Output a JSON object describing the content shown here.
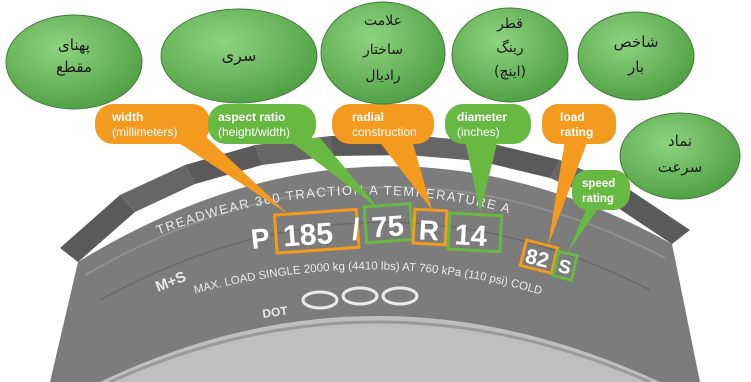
{
  "persian_labels": {
    "width": "پهنای مقطع",
    "series": "سری",
    "radial": "علامت ساختار رادیال",
    "diameter": "قطر رینگ (اینچ)",
    "load": "شاخص بار",
    "speed": "نماد سرعت"
  },
  "callouts": {
    "width": {
      "title": "width",
      "sub": "(millimeters)"
    },
    "aspect": {
      "title": "aspect ratio",
      "sub": "(height/width)"
    },
    "radial": {
      "title": "radial",
      "sub": "construction"
    },
    "diameter": {
      "title": "diameter",
      "sub": "(inches)"
    },
    "load": {
      "title1": "load",
      "title2": "rating"
    },
    "speed": {
      "title1": "speed",
      "title2": "rating"
    }
  },
  "tire": {
    "top_line": "TREADWEAR 360   TRACTION A   TEMPERATURE A",
    "prefix": "P",
    "width_code": "185",
    "slash": "/",
    "aspect_code": "75",
    "radial_code": "R",
    "diameter_code": "14",
    "load_code": "82",
    "speed_code": "S",
    "ms": "M+S",
    "max_load": "MAX. LOAD SINGLE 2000 kg (4410 lbs) AT 760 kPa (110 psi) COLD",
    "dot": "DOT"
  },
  "colors": {
    "orange": "#f39a1f",
    "green": "#68b941",
    "bubble_fill": "#67b25a",
    "tire": "#7b7b7b",
    "tire_dark": "#565656"
  }
}
